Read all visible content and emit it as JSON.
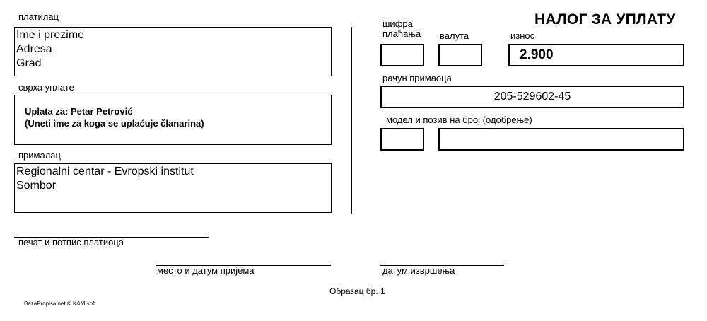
{
  "payer": {
    "label": "платилац",
    "name": "Ime i prezime",
    "address": "Adresa",
    "city": "Grad"
  },
  "purpose": {
    "label": "сврха уплате",
    "line1": "Uplata za: Petar Petrović",
    "line2": "(Uneti ime za koga se uplaćuje članarina)"
  },
  "recipient": {
    "label": "прималац",
    "line1": "Regionalni centar - Evropski institut",
    "line2": "Sombor"
  },
  "signature": {
    "label": "печат и потпис платиоца"
  },
  "place_date": {
    "label": "место и датум пријема"
  },
  "execution_date": {
    "label": "датум извршења"
  },
  "form": {
    "title": "НАЛОГ ЗА УПЛАТУ",
    "number": "Образац бр. 1",
    "credit": "BazaPropisa.net © K&M soft"
  },
  "payment_code": {
    "label_line1": "шифра",
    "label_line2": "плаћања",
    "value": ""
  },
  "currency": {
    "label": "валута",
    "value": ""
  },
  "amount": {
    "label": "износ",
    "value": "2.900"
  },
  "account": {
    "label": "рачун примаоца",
    "value": "205-529602-45"
  },
  "reference": {
    "label": "модел и позив на број (одобрење)",
    "model": "",
    "number": ""
  }
}
